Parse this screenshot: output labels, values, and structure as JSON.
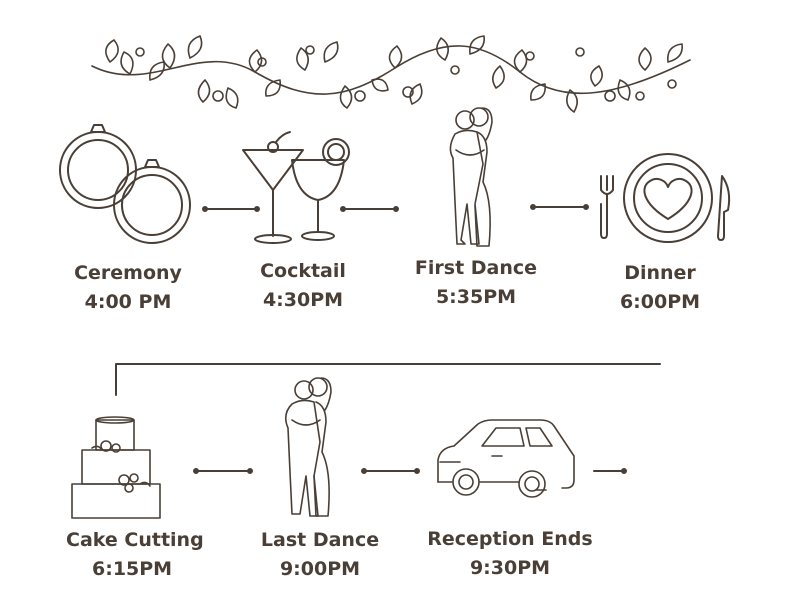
{
  "colors": {
    "ink": "#4a3f36",
    "background": "#ffffff"
  },
  "events": [
    {
      "name": "Ceremony",
      "time": "4:00 PM",
      "icon": "wedding-rings-icon"
    },
    {
      "name": "Cocktail",
      "time": "4:30PM",
      "icon": "cocktail-glasses-icon"
    },
    {
      "name": "First Dance",
      "time": "5:35PM",
      "icon": "dancing-couple-icon"
    },
    {
      "name": "Dinner",
      "time": "6:00PM",
      "icon": "plate-fork-knife-icon"
    },
    {
      "name": "Cake Cutting",
      "time": "6:15PM",
      "icon": "wedding-cake-icon"
    },
    {
      "name": "Last Dance",
      "time": "9:00PM",
      "icon": "dancing-couple-icon"
    },
    {
      "name": "Reception Ends",
      "time": "9:30PM",
      "icon": "car-icon"
    }
  ],
  "decoration": {
    "icon": "floral-garland-icon"
  }
}
